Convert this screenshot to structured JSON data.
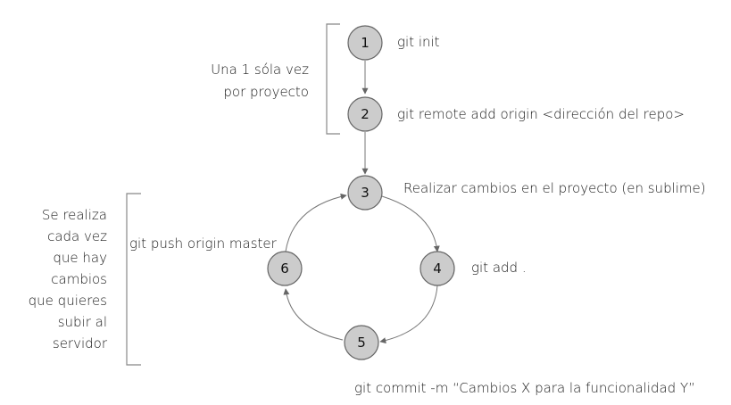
{
  "nodes": [
    {
      "id": "1",
      "label": "1",
      "command": "git init"
    },
    {
      "id": "2",
      "label": "2",
      "command": "git remote add origin <dirección del repo>"
    },
    {
      "id": "3",
      "label": "3",
      "command": "Realizar cambios en el proyecto (en sublime)"
    },
    {
      "id": "4",
      "label": "4",
      "command": "git add ."
    },
    {
      "id": "5",
      "label": "5",
      "command": "git commit -m “Cambios X para la funcionalidad Y”"
    },
    {
      "id": "6",
      "label": "6",
      "command": "git push origin master"
    }
  ],
  "notes": {
    "once": [
      "Una 1 sóla vez",
      "por proyecto"
    ],
    "repeat": [
      "Se realiza",
      "cada vez",
      "que hay",
      "cambios",
      "que quieres",
      "subir al",
      "servidor"
    ]
  },
  "colors": {
    "node_fill": "#cccccc",
    "node_stroke": "#666666",
    "edge": "#777777",
    "text": "#1a1a1a"
  }
}
